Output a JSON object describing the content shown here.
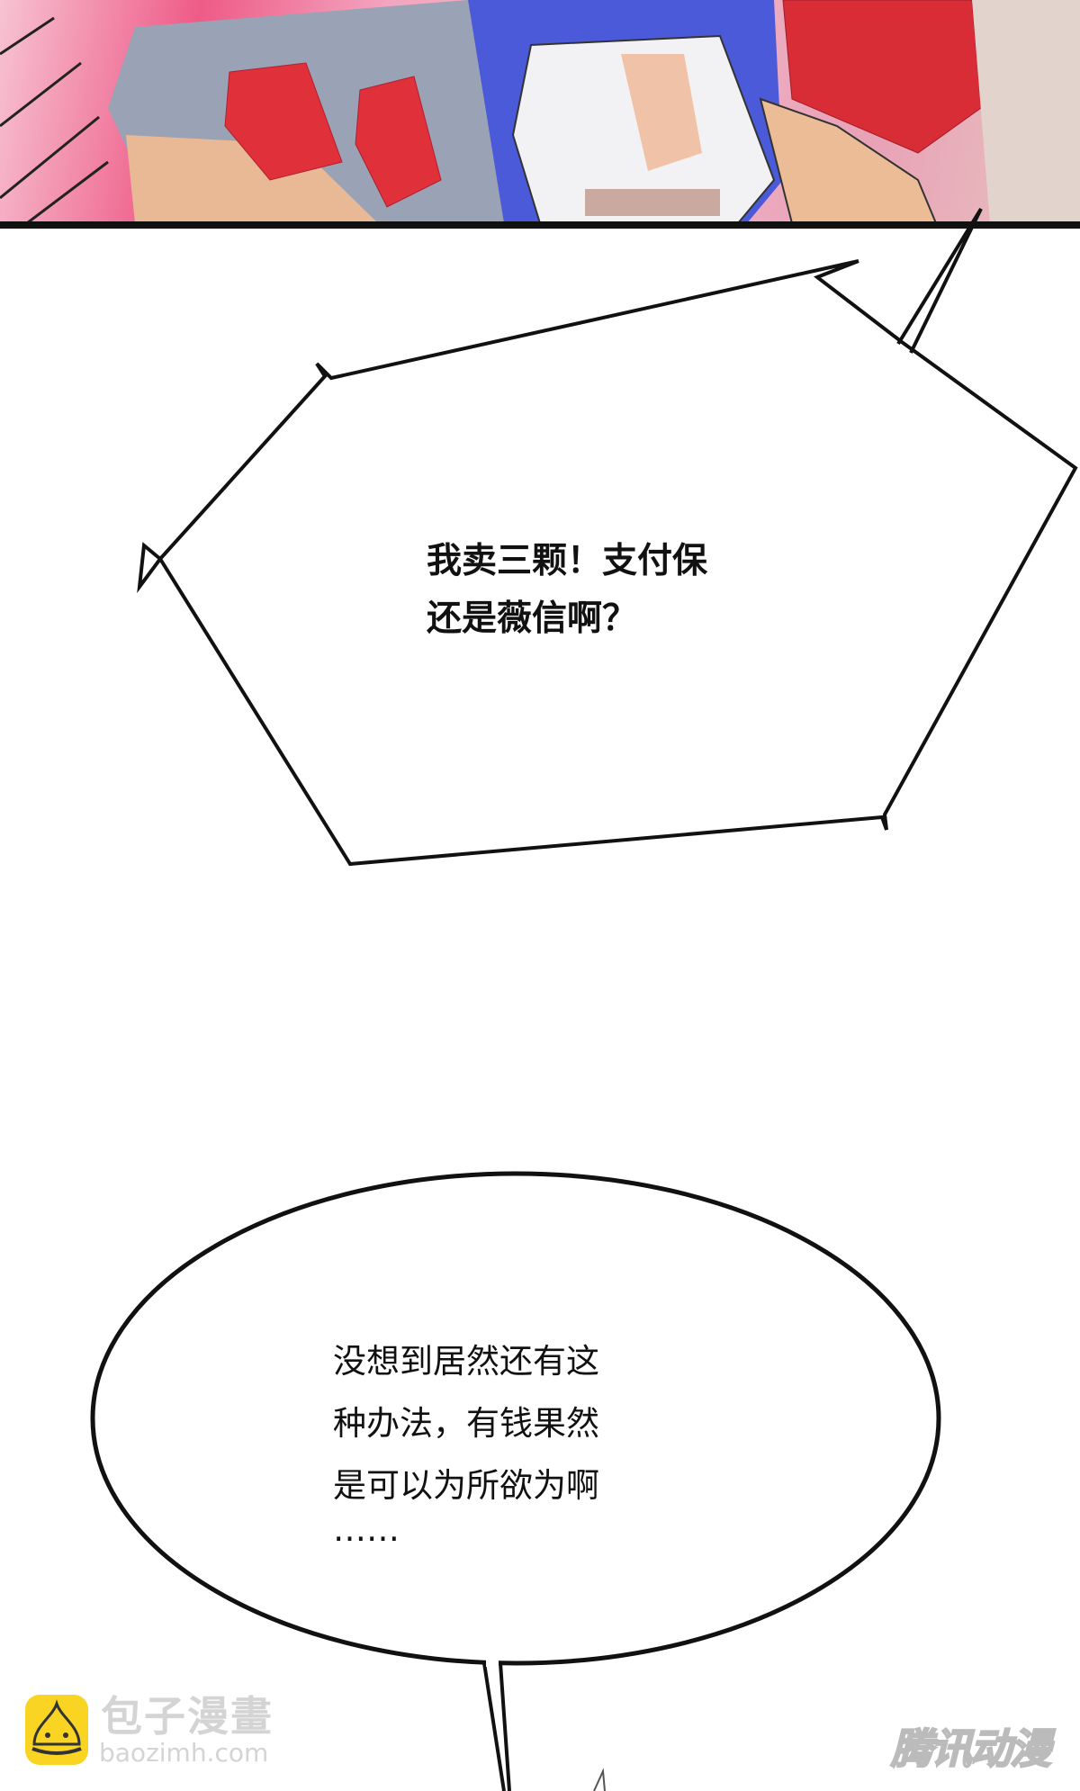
{
  "panel": {
    "bubble1_lines": [
      "我卖三颗！支付保",
      "还是薇信啊？"
    ],
    "bubble2_lines": [
      "没想到居然还有这",
      "种办法，有钱果然",
      "是可以为所欲为啊",
      "……"
    ]
  },
  "watermarks": {
    "left_name": "包子漫畫",
    "left_url": "baozimh.com",
    "right_name": "腾讯动漫"
  },
  "colors": {
    "logo_yellow": "#f9d423",
    "gem_red": "#e0303a",
    "hair_blue": "#4a5ad8"
  }
}
